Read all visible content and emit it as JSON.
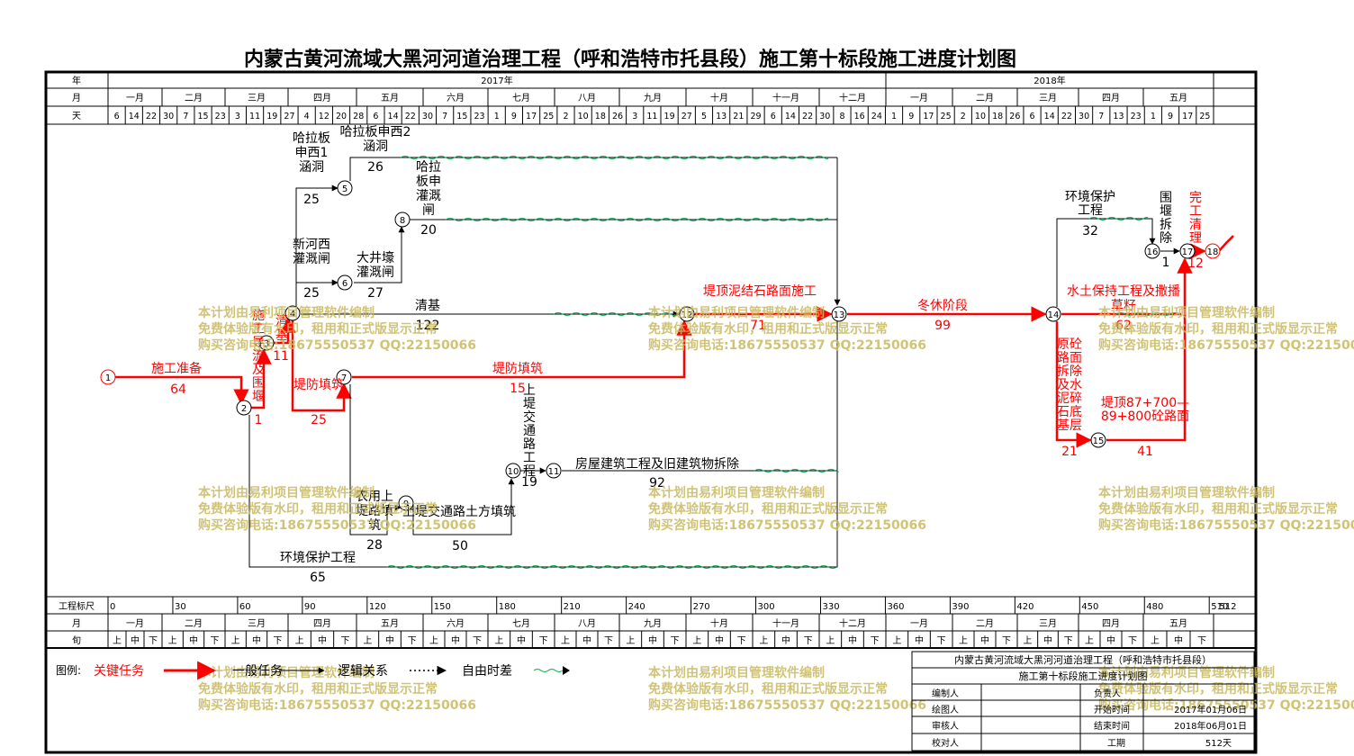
{
  "title": "内蒙古黄河流域大黑河河道治理工程（呼和浩特市托县段）施工第十标段施工进度计划图",
  "header": {
    "row_labels": {
      "year": "年",
      "month": "月",
      "day": "天",
      "scale": "工程标尺",
      "month_bottom": "月",
      "xun": "旬"
    },
    "years": [
      "2017年",
      "2018年"
    ],
    "months": [
      "一月",
      "二月",
      "三月",
      "四月",
      "五月",
      "六月",
      "七月",
      "八月",
      "九月",
      "十月",
      "十一月",
      "十二月",
      "一月",
      "二月",
      "三月",
      "四月",
      "五月"
    ],
    "days": [
      "6",
      "14",
      "22",
      "30",
      "7",
      "15",
      "23",
      "3",
      "11",
      "19",
      "27",
      "4",
      "12",
      "20",
      "28",
      "6",
      "14",
      "22",
      "30",
      "7",
      "15",
      "23",
      "1",
      "9",
      "17",
      "25",
      "2",
      "10",
      "18",
      "26",
      "3",
      "11",
      "19",
      "27",
      "5",
      "13",
      "21",
      "29",
      "6",
      "14",
      "22",
      "30",
      "8",
      "16",
      "24",
      "1",
      "9",
      "17",
      "25",
      "2",
      "10",
      "18",
      "26",
      "6",
      "14",
      "22",
      "30",
      "7",
      "13",
      "23",
      "1",
      "9",
      "17",
      "25"
    ],
    "scale": [
      "0",
      "30",
      "60",
      "90",
      "120",
      "150",
      "180",
      "210",
      "240",
      "270",
      "300",
      "330",
      "360",
      "390",
      "420",
      "450",
      "480",
      "510"
    ],
    "scale_end": "512",
    "xun_labels": [
      "上",
      "中",
      "下"
    ]
  },
  "nodes": [
    "1",
    "2",
    "3",
    "4",
    "5",
    "6",
    "7",
    "8",
    "9",
    "10",
    "11",
    "12",
    "13",
    "14",
    "15",
    "16",
    "17",
    "18"
  ],
  "tasks": [
    {
      "name": "施工准备",
      "dur": "64",
      "critical": true
    },
    {
      "name": "施工导流及围堰",
      "dur": "1",
      "critical": true
    },
    {
      "name": "清基",
      "dur": "11",
      "critical": true
    },
    {
      "name": "哈拉板申西1涵洞",
      "dur": "25",
      "critical": false
    },
    {
      "name": "哈拉板申西2涵洞",
      "dur": "26",
      "critical": false
    },
    {
      "name": "哈拉板申灌溉闸",
      "dur": "20",
      "critical": false
    },
    {
      "name": "新河西灌溉闸",
      "dur": "25",
      "critical": false
    },
    {
      "name": "大井壕灌溉闸",
      "dur": "27",
      "critical": false
    },
    {
      "name": "清基",
      "dur": "122",
      "critical": false
    },
    {
      "name": "堤防填筑",
      "dur": "25",
      "critical": true
    },
    {
      "name": "堤防填筑",
      "dur": "15",
      "critical": true
    },
    {
      "name": "堤顶泥结石路面施工",
      "dur": "71",
      "critical": true
    },
    {
      "name": "上堤交通路工程",
      "dur": "19",
      "critical": false
    },
    {
      "name": "房屋建筑工程及旧建筑物拆除",
      "dur": "92",
      "critical": false
    },
    {
      "name": "农用上堤路填筑",
      "dur": "28",
      "critical": false
    },
    {
      "name": "上堤交通路土方填筑",
      "dur": "50",
      "critical": false
    },
    {
      "name": "环境保护工程",
      "dur": "65",
      "critical": false
    },
    {
      "name": "冬休阶段",
      "dur": "99",
      "critical": true
    },
    {
      "name": "水土保持工程及撒播草籽",
      "dur": "62",
      "critical": true
    },
    {
      "name": "原砼路面拆除及水泥碎石底基层",
      "dur": "21",
      "critical": true
    },
    {
      "name": "堤顶87+700—89+800砼路面",
      "dur": "41",
      "critical": true
    },
    {
      "name": "环境保护工程",
      "dur": "32",
      "critical": false
    },
    {
      "name": "围堰拆除",
      "dur": "1",
      "critical": false
    },
    {
      "name": "完工清理",
      "dur": "12",
      "critical": true
    }
  ],
  "watermark": [
    "本计划由易利项目管理软件编制",
    "免费体验版有水印，租用和正式版显示正常",
    "购买咨询电话:18675550537 QQ:22150066"
  ],
  "legend": {
    "label": "图例:",
    "critical": "关键任务",
    "normal": "一般任务",
    "logic": "逻辑关系",
    "float": "自由时差"
  },
  "info_box": {
    "project": "内蒙古黄河流域大黑河河道治理工程（呼和浩特市托县段）",
    "plan": "施工第十标段施工进度计划图",
    "compiler": "编制人",
    "leader": "负责人",
    "drafter": "绘图人",
    "start_label": "开始时间",
    "start": "2017年01月06日",
    "reviewer": "审核人",
    "end_label": "结束时间",
    "end": "2018年06月01日",
    "checker": "校对人",
    "duration_label": "工期",
    "duration": "512天"
  },
  "colors": {
    "critical": "#ff0000",
    "normal": "#000000",
    "float": "#00b050",
    "watermark": "#c8b860"
  }
}
